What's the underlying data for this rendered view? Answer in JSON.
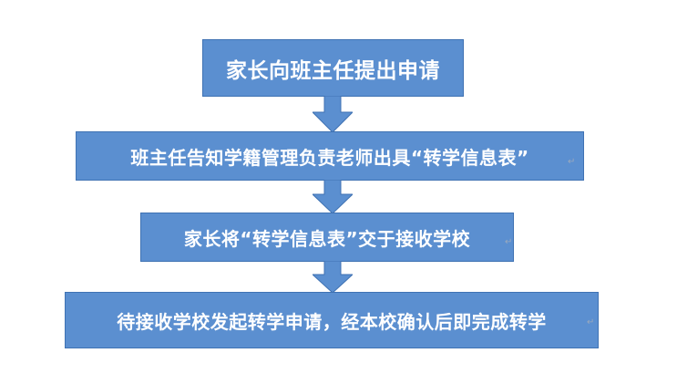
{
  "flow": {
    "steps": [
      {
        "label": "家长向班主任提出申请"
      },
      {
        "label": "班主任告知学籍管理负责老师出具“转学信息表”"
      },
      {
        "label": "家长将“转学信息表”交于接收学校"
      },
      {
        "label": "待接收学校发起转学申请，经本校确认后即完成转学"
      }
    ]
  },
  "colors": {
    "box_fill": "#5b8fd0",
    "box_border": "#3f72b3",
    "arrow_fill": "#5b8fd0",
    "text": "#ffffff"
  }
}
